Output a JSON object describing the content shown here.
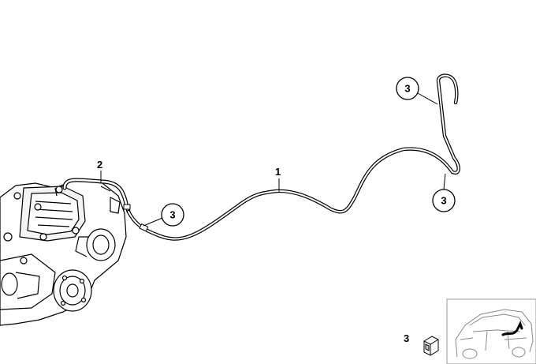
{
  "diagram": {
    "labels": {
      "part_1": "1",
      "part_2": "2"
    },
    "callouts": [
      {
        "label": "3"
      },
      {
        "label": "3"
      },
      {
        "label": "3"
      }
    ],
    "inset": {
      "part_label": "3"
    },
    "colors": {
      "line": "#000000",
      "background": "#ffffff",
      "inset_border": "#999999",
      "inset_stroke": "#888888"
    },
    "icons": [
      "differential-housing",
      "vent-hose",
      "vent-pipe",
      "clip",
      "car-location-inset"
    ]
  }
}
